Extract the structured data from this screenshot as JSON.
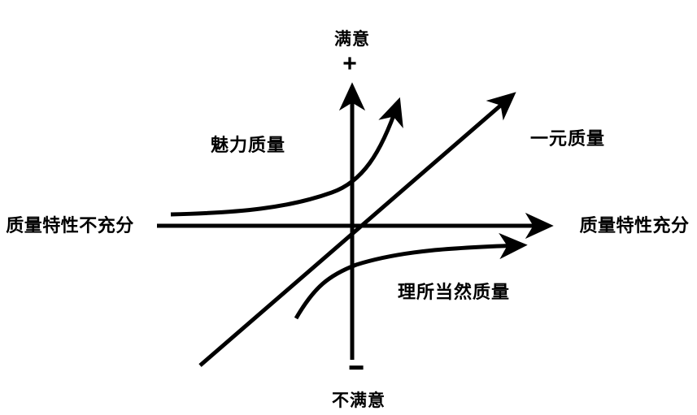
{
  "diagram": {
    "labels": {
      "satisfaction_top": "满意",
      "plus_sign": "+",
      "dissatisfaction_bottom": "不满意",
      "minus_sign": "−",
      "x_axis_left": "质量特性不充分",
      "x_axis_right": "质量特性充分",
      "curve_attractive": "魅力质量",
      "curve_one_dimensional": "一元质量",
      "curve_must_be": "理所当然质量"
    },
    "colors": {
      "line": "#000000",
      "text": "#000000",
      "background": "#ffffff"
    }
  }
}
